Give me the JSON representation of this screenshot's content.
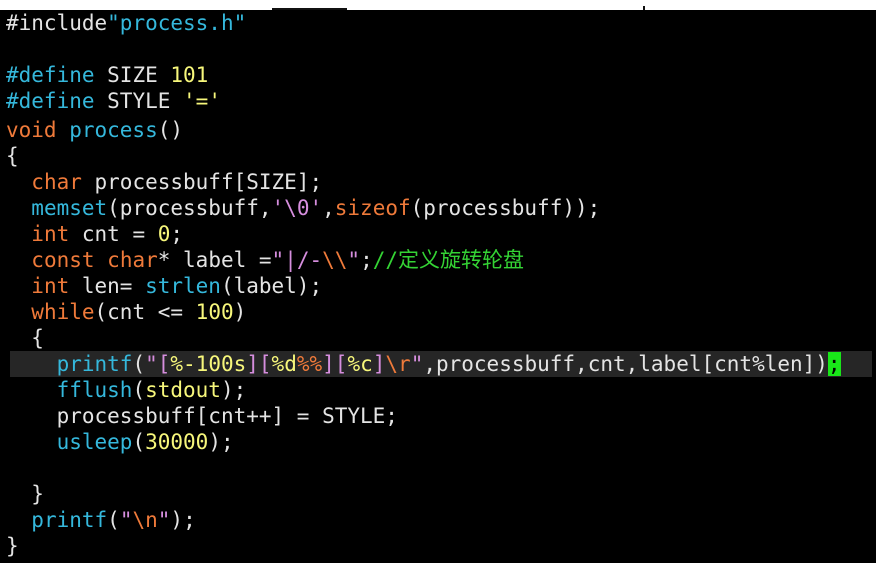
{
  "editor": {
    "theme": {
      "background": "#000000",
      "cursor_color": "#19e619"
    },
    "lines": [
      {
        "include_kw": "#include",
        "include_file": "\"process.h\""
      },
      {},
      {
        "kw": "#define",
        "name": " SIZE ",
        "value": "101"
      },
      {
        "kw": "#define",
        "name": " STYLE ",
        "value": "'='"
      },
      {
        "type": "void",
        "name": " process",
        "rest": "()"
      },
      {
        "text": "{"
      },
      {
        "indent": "  ",
        "type": "char",
        "rest": " processbuff[SIZE];"
      },
      {
        "indent": "  ",
        "func": "memset",
        "p1": "(processbuff,",
        "s": "'\\0'",
        "c": ",",
        "f2": "sizeof",
        "p2": "(processbuff));"
      },
      {
        "indent": "  ",
        "type": "int",
        "rest1": " cnt = ",
        "num": "0",
        "rest2": ";"
      },
      {
        "indent": "  ",
        "kw": "const",
        "sp": " ",
        "type": "char",
        "rest": "* label =",
        "s1": "\"|/-",
        "esc": "\\\\",
        "s2": "\"",
        "semi": ";",
        "comment": "//定义旋转轮盘"
      },
      {
        "indent": "  ",
        "type": "int",
        "rest1": " len= ",
        "func": "strlen",
        "rest2": "(label);"
      },
      {
        "indent": "  ",
        "kw": "while",
        "rest1": "(cnt <= ",
        "num": "100",
        "rest2": ")"
      },
      {
        "indent": "  ",
        "text": "{"
      },
      {
        "indent": "    ",
        "func": "printf",
        "p": "(",
        "q1": "\"[",
        "f1": "%-100s",
        "s2": "][",
        "f2": "%d",
        "f3": "%%",
        "s3": "][",
        "f4": "%c",
        "s4": "]",
        "esc": "\\r",
        "q2": "\"",
        "rest": ",processbuff,cnt,label[cnt%len])",
        "cur": ";"
      },
      {
        "indent": "    ",
        "func": "fflush",
        "p1": "(",
        "val": "stdout",
        "p2": ");"
      },
      {
        "indent": "    ",
        "text": "processbuff[cnt++] = STYLE;"
      },
      {
        "indent": "    ",
        "func": "usleep",
        "p1": "(",
        "num": "30000",
        "p2": ");"
      },
      {},
      {
        "indent": "  ",
        "text": "}"
      },
      {
        "indent": "  ",
        "func": "printf",
        "p1": "(",
        "s1": "\"",
        "esc": "\\n",
        "s2": "\"",
        "p2": ");"
      },
      {
        "text": "}"
      }
    ]
  }
}
